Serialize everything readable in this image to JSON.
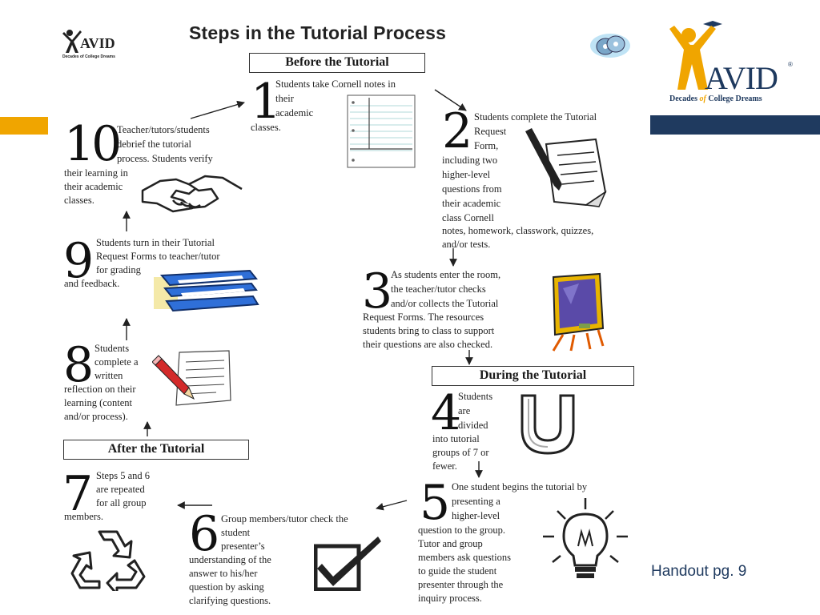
{
  "title": "Steps in the Tutorial Process",
  "small_logo": {
    "name": "AVID",
    "tagline": "Decades of College Dreams"
  },
  "logo": {
    "name": "AVID",
    "registered": "®",
    "tagline_pre": "Decades",
    "tagline_of": "of",
    "tagline_post": "College Dreams"
  },
  "sections": {
    "before": "Before the Tutorial",
    "during": "During the Tutorial",
    "after": "After the Tutorial"
  },
  "steps": [
    {
      "num": "1",
      "lines": [
        "Students take Cornell notes in",
        "their",
        "academic",
        "classes."
      ]
    },
    {
      "num": "2",
      "lines": [
        "Students complete the Tutorial",
        "Request",
        "Form,",
        "including two",
        "higher-level",
        "questions from",
        "their academic",
        "class Cornell",
        "notes, homework, classwork, quizzes,",
        "and/or tests."
      ]
    },
    {
      "num": "3",
      "lines": [
        "As students enter the room,",
        "the teacher/tutor checks",
        "and/or collects the Tutorial",
        "Request Forms. The resources",
        "students bring to class to support",
        "their questions are also checked."
      ]
    },
    {
      "num": "4",
      "lines": [
        "Students",
        "are",
        "divided",
        "into tutorial",
        "groups of 7 or",
        "fewer."
      ]
    },
    {
      "num": "5",
      "lines": [
        "One student begins the tutorial by",
        "presenting a",
        "higher-level",
        "question to the group.",
        "Tutor and group",
        "members ask questions",
        "to guide the student",
        "presenter through the",
        "inquiry process."
      ]
    },
    {
      "num": "6",
      "lines": [
        "Group members/tutor check the",
        "student",
        "presenter’s",
        "understanding of the",
        "answer to his/her",
        "question by asking",
        "clarifying questions."
      ]
    },
    {
      "num": "7",
      "lines": [
        "Steps 5 and 6",
        "are repeated",
        "for all group",
        "members."
      ]
    },
    {
      "num": "8",
      "lines": [
        "Students",
        "complete a",
        "written",
        "reflection on their",
        "learning (content",
        "and/or process)."
      ]
    },
    {
      "num": "9",
      "lines": [
        "Students turn in their Tutorial",
        "Request Forms to teacher/tutor",
        "for grading",
        "and feedback."
      ]
    },
    {
      "num": "10",
      "lines": [
        "Teacher/tutors/students",
        "debrief the tutorial",
        "process. Students verify",
        "their learning in",
        "their academic",
        "classes."
      ]
    }
  ],
  "handout": "Handout pg. 9",
  "colors": {
    "accent_gold": "#f0a500",
    "accent_navy": "#1f3a5f"
  }
}
